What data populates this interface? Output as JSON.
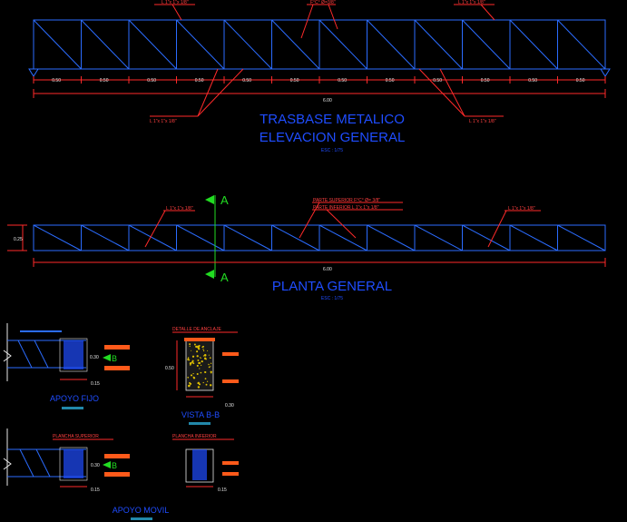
{
  "colors": {
    "background": "#000000",
    "truss_blue": "#2b6cff",
    "dimension_red": "#ff2a2a",
    "title_blue": "#1f4dff",
    "section_green": "#22dd22",
    "plate_orange": "#ff5a1a",
    "concrete_yellow": "#e0c000"
  },
  "elevation": {
    "label_top_left": "L 1\"x 1\"x 1/8\"",
    "label_top_mid": "F°C° Ø=3/8\"",
    "label_top_right": "L 1\"x 1\"x 1/8\"",
    "label_bottom_left": "L 1\"x 1\"x 1/8\"",
    "label_bottom_right": "L 1\"x 1\"x 1/8\"",
    "segment_labels": [
      "0.50",
      "0.50",
      "0.50",
      "0.50",
      "0.50",
      "0.50",
      "0.50",
      "0.50",
      "0.50",
      "0.50",
      "0.50",
      "0.50"
    ],
    "total_label": "6.00",
    "title_line1": "TRASBASE METALICO",
    "title_line2": "ELEVACION GENERAL",
    "scale": "ESC : 1/75"
  },
  "plan": {
    "section_letter": "A",
    "label_left": "L 1\"x 1\"x 1/8\"",
    "label_upper": "PARTE SUPERIOR F°C° Ø= 3/8\"",
    "label_lower": "PARTE INFERIOR L 1\"x 1\"x 1/8\"",
    "label_right": "L 1\"x 1\"x 1/8\"",
    "width_label": "0.25",
    "total_label": "6.00",
    "title": "PLANTA GENERAL",
    "scale": "ESC : 1/75"
  },
  "details": {
    "fixed_support": {
      "title": "APOYO FIJO",
      "dim_a": "0.30",
      "dim_b": "0.15",
      "marker": "B"
    },
    "view_bb": {
      "header": "DETALLE DE ANCLAJE",
      "title": "VISTA B-B",
      "height_label": "0.50",
      "width_label": "0.30"
    },
    "mobile_support": {
      "title": "APOYO MOVIL",
      "header_left": "PLANCHA SUPERIOR",
      "header_right": "PLANCHA INFERIOR",
      "dim_a": "0.30",
      "dim_b": "0.15",
      "dim_c": "0.15",
      "marker": "B"
    }
  }
}
